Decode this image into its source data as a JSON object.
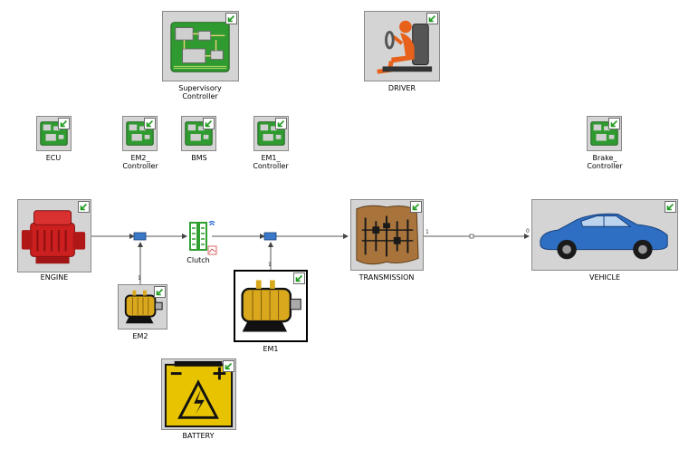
{
  "blocks": {
    "supervisory": {
      "label1": "Supervisory",
      "label2": "Controller",
      "icon": "circuit-board-icon"
    },
    "driver": {
      "label": "DRIVER",
      "icon": "driver-seat-icon"
    },
    "ecu": {
      "label": "ECU",
      "icon": "circuit-board-icon"
    },
    "em2_controller": {
      "label1": "EM2_",
      "label2": "Controller",
      "icon": "circuit-board-icon"
    },
    "bms": {
      "label": "BMS",
      "icon": "circuit-board-icon"
    },
    "em1_controller": {
      "label1": "EM1_",
      "label2": "Controller",
      "icon": "circuit-board-icon"
    },
    "brake_controller": {
      "label1": "Brake_",
      "label2": "Controller",
      "icon": "circuit-board-icon"
    },
    "engine": {
      "label": "ENGINE",
      "icon": "engine-icon"
    },
    "clutch": {
      "label": "Clutch",
      "icon": "clutch-icon"
    },
    "transmission": {
      "label": "TRANSMISSION",
      "icon": "gearbox-icon"
    },
    "vehicle": {
      "label": "VEHICLE",
      "icon": "car-icon"
    },
    "em2": {
      "label": "EM2",
      "icon": "electric-motor-icon"
    },
    "em1": {
      "label": "EM1",
      "icon": "electric-motor-icon"
    },
    "battery": {
      "label": "BATTERY",
      "icon": "battery-icon"
    }
  },
  "ports": {
    "em2_up": "1",
    "em1_up": "1",
    "trans_out": "1",
    "vehicle_in": "0"
  },
  "colors": {
    "board_green": "#2f9a2f",
    "chip_gray": "#c8c8c8",
    "engine_red": "#cc1f1f",
    "motor_gold": "#d9a81c",
    "battery_yellow": "#e8c400",
    "car_blue": "#2e6fc4",
    "gearbox_brown": "#a8743c",
    "corner_arrow": "#1f9a1f",
    "connector_blue": "#3a78c8"
  }
}
